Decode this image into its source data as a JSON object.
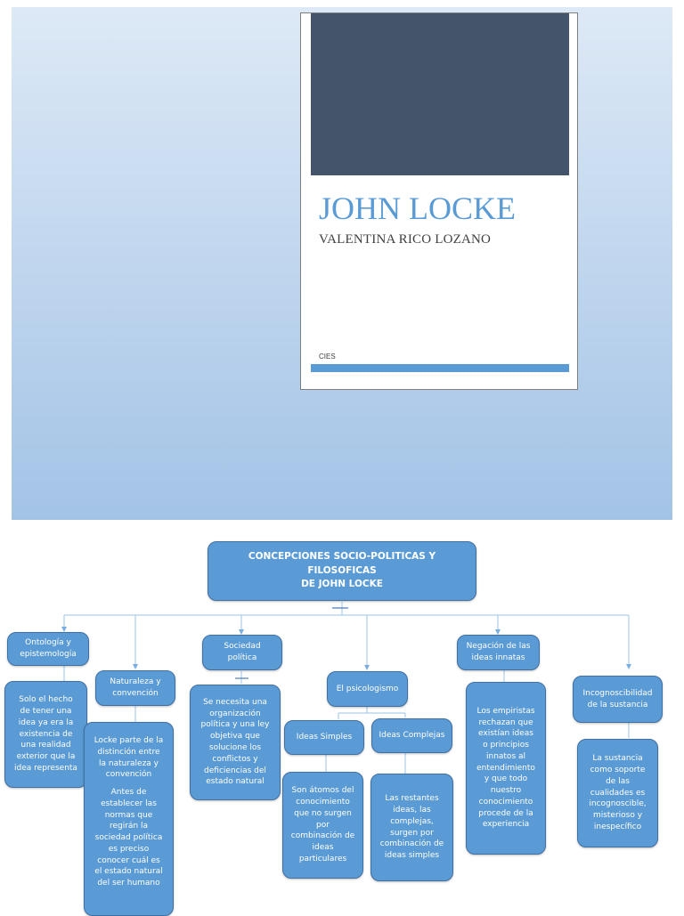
{
  "cover": {
    "title": "JOHN LOCKE",
    "author": "VALENTINA RICO LOZANO",
    "organization": "CIES",
    "colors": {
      "background_top": "#dde9f6",
      "background_bottom": "#a3c3e6",
      "block": "#44546a",
      "accent": "#5b9bd5"
    }
  },
  "diagram": {
    "root": "CONCEPCIONES SOCIO-POLITICAS Y FILOSOFICAS\nDE JOHN LOCKE",
    "ontologia": {
      "title": "Ontología y\nepistemología",
      "text": "Solo el hecho\nde tener una\nidea ya era la\nexistencia de\nuna realidad\nexterior que la\nidea representa"
    },
    "naturaleza": {
      "title": "Naturaleza y\nconvención",
      "text_1": "Locke parte de la\ndistinción entre\nla naturaleza y\nconvención",
      "text_2": "Antes de\nestablecer las\nnormas que\nregirán la\nsociedad política\nes preciso\nconocer cuál es\nel estado natural\ndel ser humano"
    },
    "sociedad": {
      "title": "Sociedad\npolítica",
      "text": "Se necesita una\norganización\npolítica y una ley\nobjetiva que\nsolucione los\nconflictos y\ndeficiencias del\nestado natural"
    },
    "psicologismo": {
      "title": "El psicologismo",
      "simples_title": "Ideas Simples",
      "simples_text": "Son átomos del\nconocimiento\nque no surgen\npor\ncombinación de\nideas\nparticulares",
      "complejas_title": "Ideas Complejas",
      "complejas_text": "Las restantes\nideas, las\ncomplejas,\nsurgen por\ncombinación de\nideas simples"
    },
    "negacion": {
      "title": "Negación de las\nideas innatas",
      "text": "Los empiristas\nrechazan que\nexistían ideas\no principios\ninnatos al\nentendimiento\ny que todo\nnuestro\nconocimiento\nprocede de la\nexperiencia"
    },
    "incognoscibilidad": {
      "title": "Incognoscibilidad\nde la sustancia",
      "text": "La sustancia\ncomo soporte\nde las\ncualidades es\nincognoscible,\nmisterioso y\ninespecífico"
    },
    "colors": {
      "node_fill": "#5b9bd5",
      "node_border": "#3f6fa3",
      "connector": "#9dc3e6"
    }
  }
}
